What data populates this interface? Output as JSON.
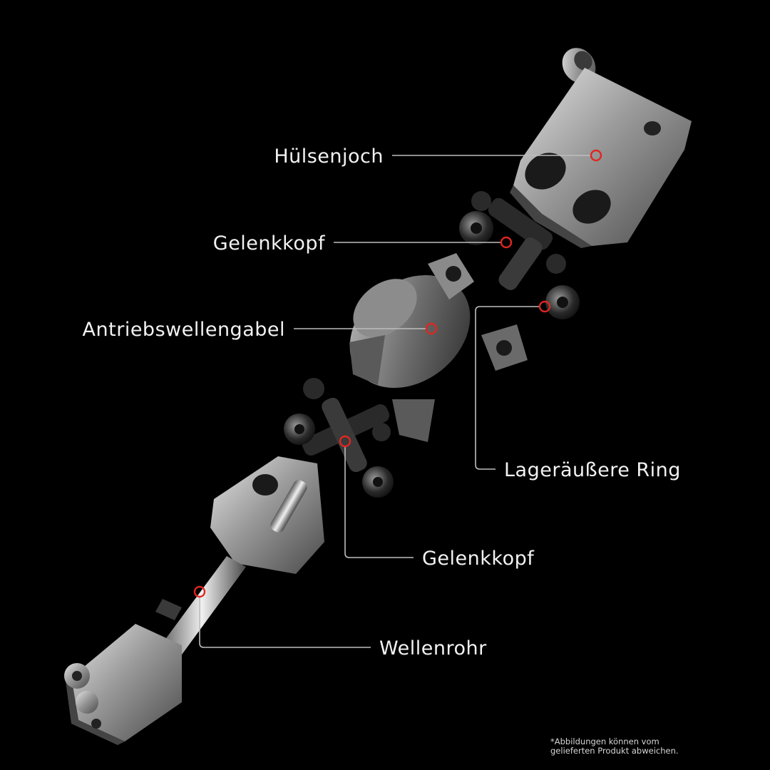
{
  "labels": {
    "sleeve_yoke": "Hülsenjoch",
    "joint_head_top": "Gelenkkopf",
    "drive_shaft_fork": "Antriebswellengabel",
    "bearing_outer_ring": "Lageräußere Ring",
    "joint_head_bottom": "Gelenkkopf",
    "shaft_tube": "Wellenrohr"
  },
  "disclaimer": {
    "line1": "*Abbildungen können vom",
    "line2": "gelieferten Produkt abweichen."
  },
  "colors": {
    "background": "#000000",
    "marker": "#e0261f",
    "leader_line": "#bdbdbd",
    "text": "#f2f2f2"
  }
}
